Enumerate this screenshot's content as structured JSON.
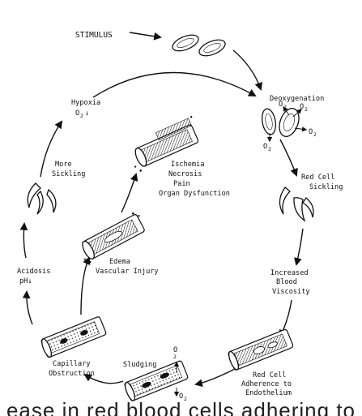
{
  "figure": {
    "stimulus": "STIMULUS",
    "deoxygenation": "Deoxygenation",
    "o2": "O",
    "o2_sub": "2",
    "red_cell": "Red Cell",
    "sickling": "Sickling",
    "increased": "Increased",
    "blood": "Blood",
    "viscosity": "Viscosity",
    "red_cell_2": "Red Cell",
    "adherence_to": "Adherence to",
    "endothelium": "Endothelium",
    "sludging": "Sludging",
    "capillary": "Capillary",
    "obstruction": "Obstruction",
    "acidosis": "Acidosis",
    "ph": "pH↓",
    "more": "More",
    "sickling_2": "Sickling",
    "hypoxia": "Hypoxia",
    "o2_down": "↓",
    "edema": "Edema",
    "vascular_injury": "Vascular Injury",
    "ischemia": "Ischemia",
    "necrosis": "Necrosis",
    "pain": "Pain",
    "organ_dysfunction": "Organ Dysfunction"
  },
  "footer_text": "ease in red blood cells adhering to"
}
